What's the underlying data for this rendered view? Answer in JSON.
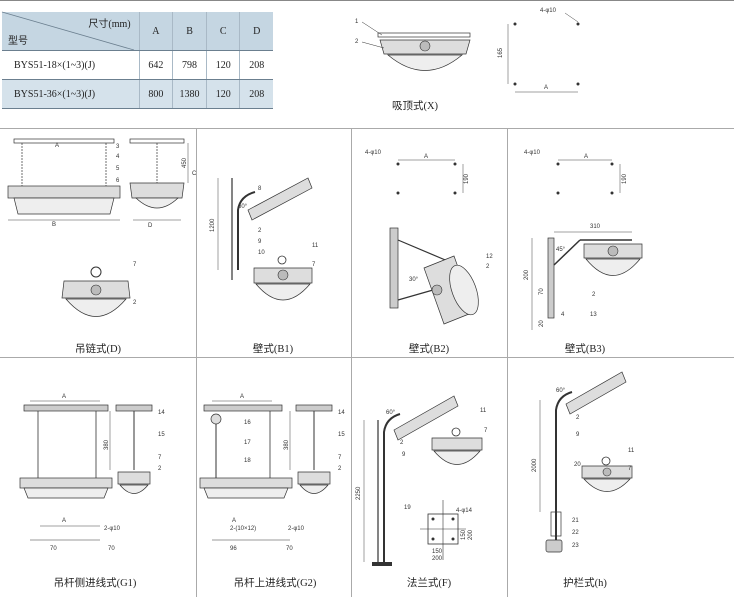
{
  "table": {
    "header_dims": "尺寸(mm)",
    "header_model": "型号",
    "columns": [
      "A",
      "B",
      "C",
      "D"
    ],
    "rows": [
      {
        "model": "BYS51-18×(1~3)(J)",
        "values": [
          "642",
          "798",
          "120",
          "208"
        ]
      },
      {
        "model": "BYS51-36×(1~3)(J)",
        "values": [
          "800",
          "1380",
          "120",
          "208"
        ]
      }
    ]
  },
  "captions": {
    "ceiling": "吸顶式(X)",
    "chain": "吊链式(D)",
    "wall_b1": "壁式(B1)",
    "wall_b2": "壁式(B2)",
    "wall_b3": "壁式(B3)",
    "rod_side": "吊杆侧进线式(G1)",
    "rod_top": "吊杆上进线式(G2)",
    "flange": "法兰式(F)",
    "rail": "护栏式(h)"
  },
  "labels": {
    "dim_a": "A",
    "dim_b": "B",
    "dim_c": "C",
    "dim_d": "D",
    "hole_4x10": "4-φ10",
    "hole_4x14": "4-φ14",
    "hole_2x10": "2-φ10",
    "hole_2x10x12": "2-(10×12)",
    "d165": "165",
    "d450": "450",
    "d1200": "1200",
    "d190": "190",
    "d310": "310",
    "d200": "200",
    "d70": "70",
    "d20": "20",
    "d4": "4",
    "d380": "380",
    "d96": "96",
    "d2250": "2250",
    "d2000": "2000",
    "d150": "150",
    "a60": "60°",
    "a30": "30°",
    "a45": "45°",
    "n1": "1",
    "n2": "2",
    "n3": "3",
    "n4": "4",
    "n5": "5",
    "n6": "6",
    "n7": "7",
    "n8": "8",
    "n9": "9",
    "n10": "10",
    "n11": "11",
    "n12": "12",
    "n13": "13",
    "n14": "14",
    "n15": "15",
    "n16": "16",
    "n17": "17",
    "n18": "18",
    "n19": "19",
    "n20": "20",
    "n21": "21",
    "n22": "22",
    "n23": "23"
  }
}
